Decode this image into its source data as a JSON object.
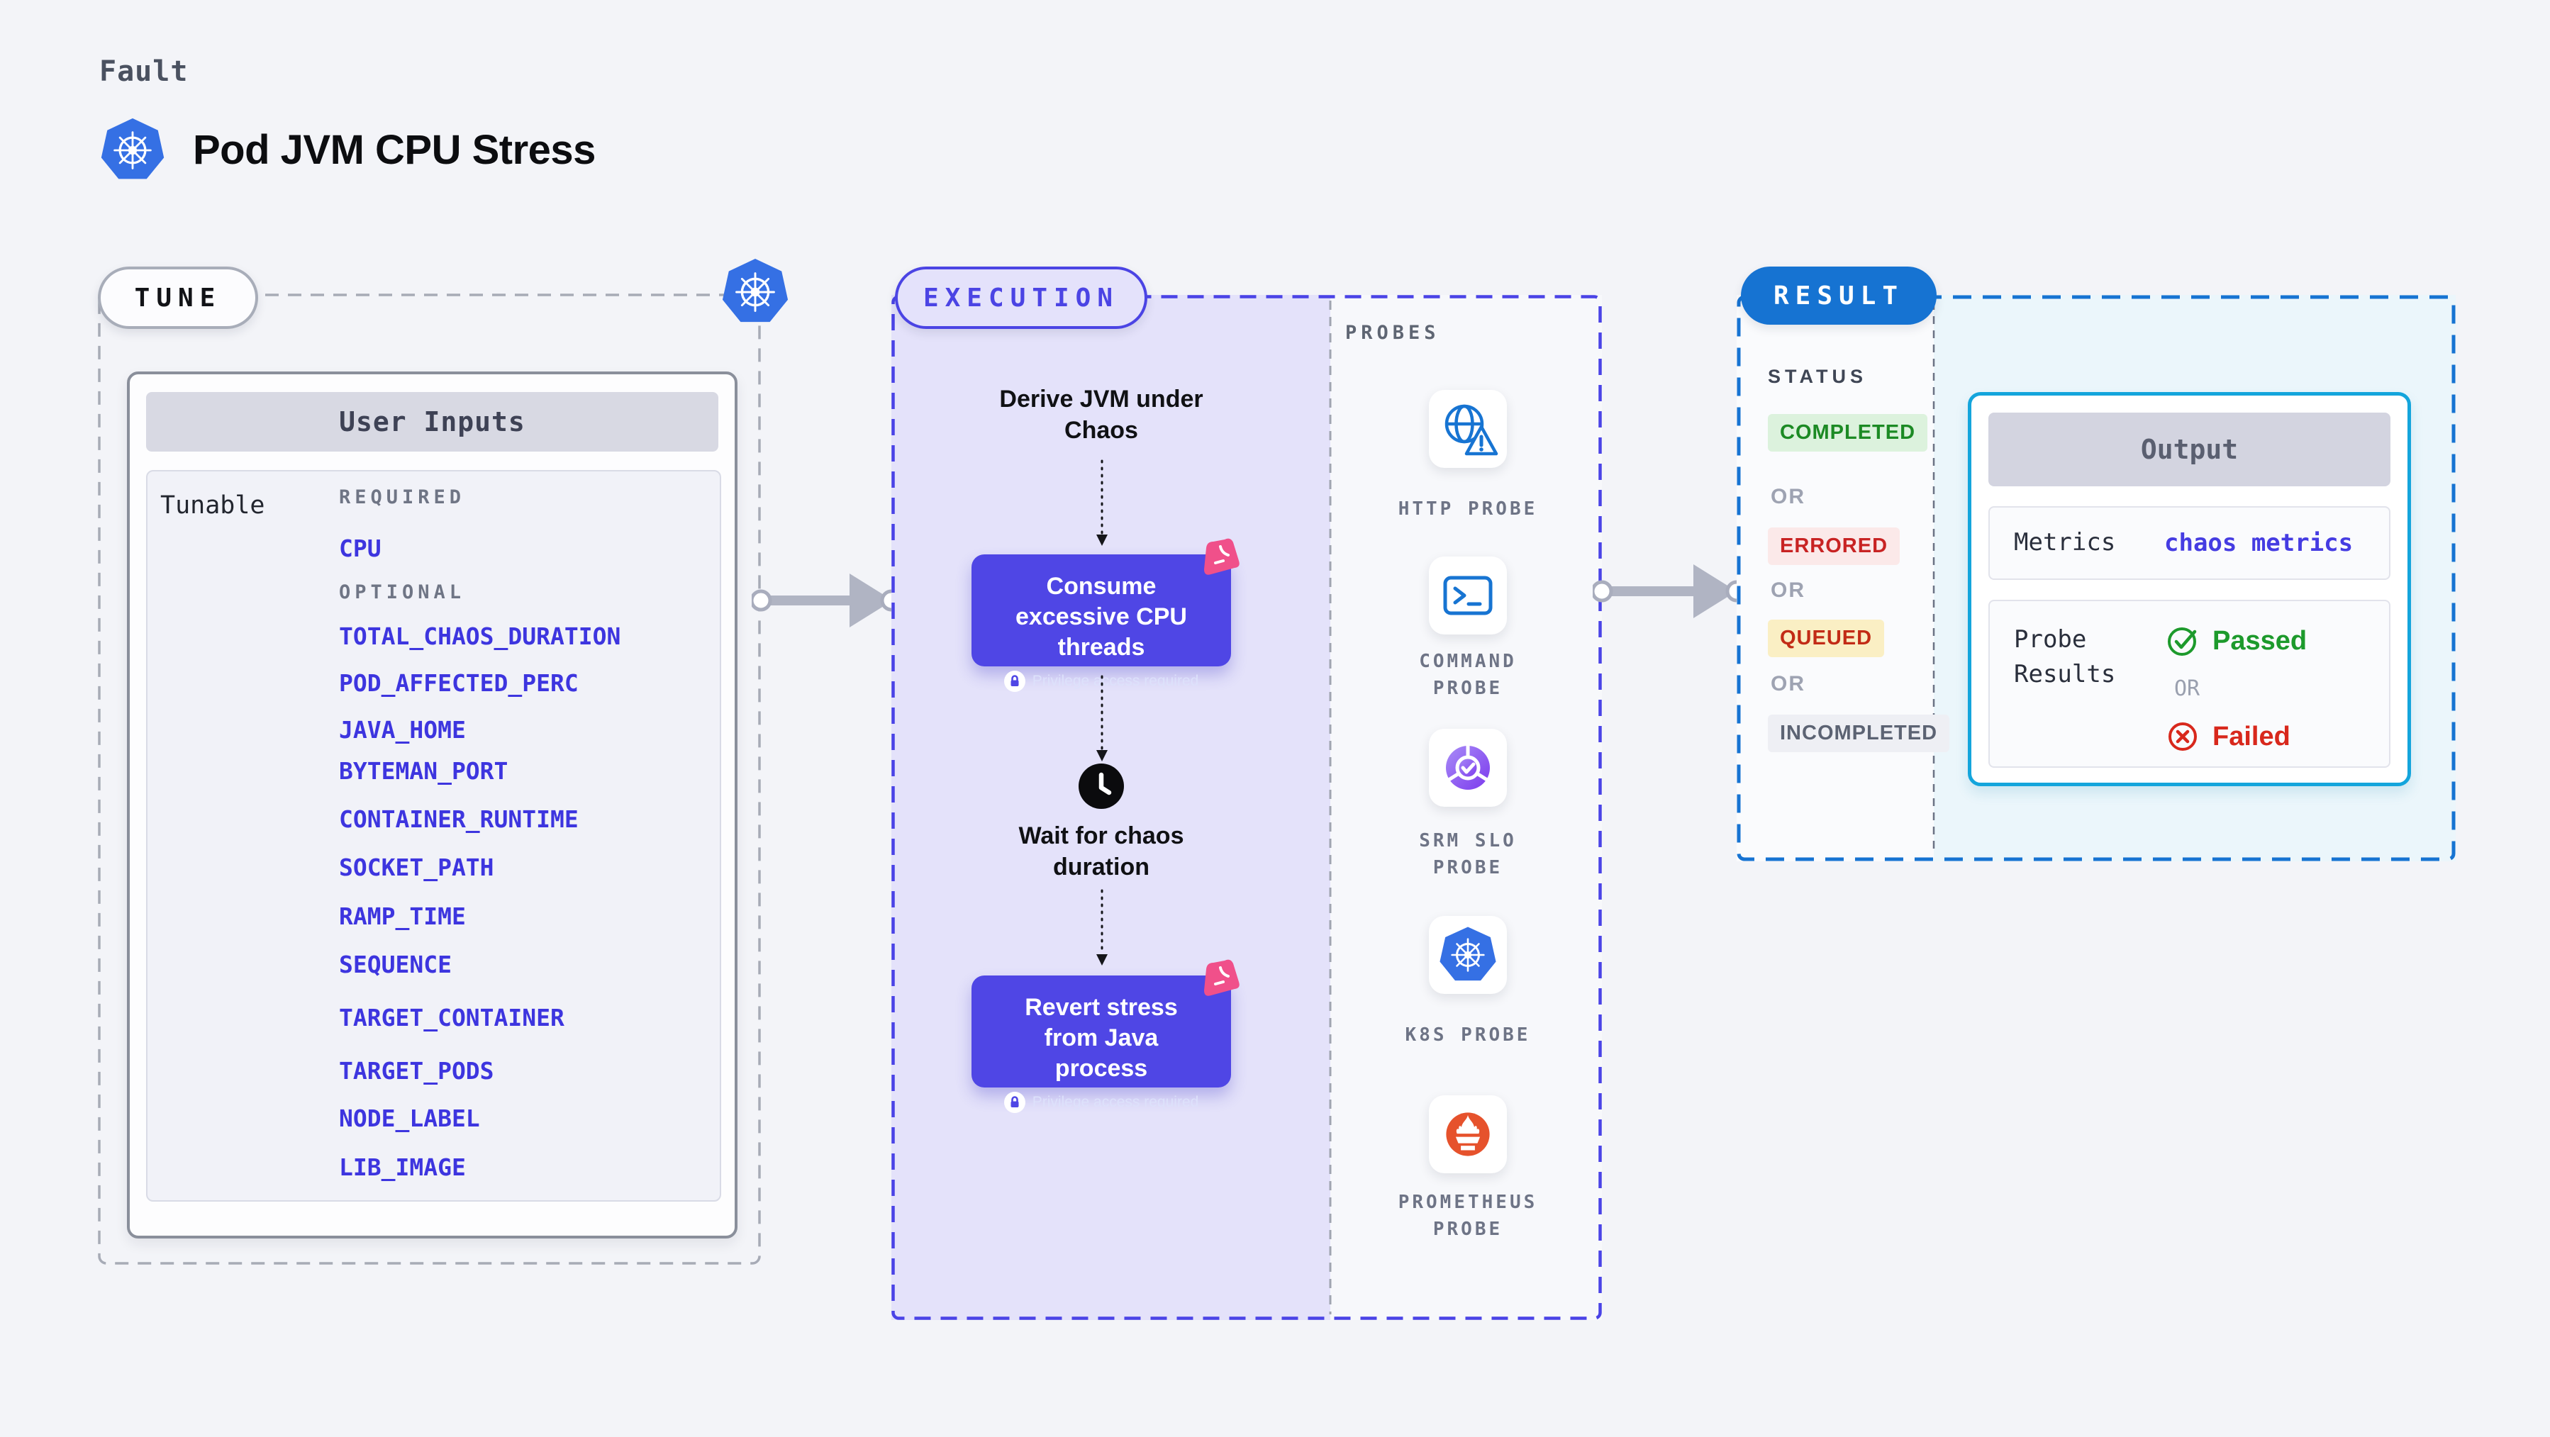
{
  "header": {
    "kicker": "Fault",
    "title": "Pod JVM CPU Stress",
    "icon": "kubernetes-icon"
  },
  "tune": {
    "badge": "TUNE",
    "corner_icon": "kubernetes-icon",
    "panel_title": "User Inputs",
    "row_label": "Tunable",
    "required_label": "REQUIRED",
    "optional_label": "OPTIONAL",
    "required_items": [
      "CPU"
    ],
    "optional_items": [
      "TOTAL_CHAOS_DURATION",
      "POD_AFFECTED_PERC",
      "JAVA_HOME",
      "BYTEMAN_PORT",
      "CONTAINER_RUNTIME",
      "SOCKET_PATH",
      "RAMP_TIME",
      "SEQUENCE",
      "TARGET_CONTAINER",
      "TARGET_PODS",
      "NODE_LABEL",
      "LIB_IMAGE"
    ]
  },
  "execution": {
    "badge": "EXECUTION",
    "step_derive": "Derive JVM under Chaos",
    "step_consume": "Consume excessive CPU threads",
    "step_wait": "Wait for chaos duration",
    "step_revert": "Revert stress from Java process",
    "privilege_note": "Privilege access required",
    "step_icons": [
      "clock-icon",
      "lock-icon",
      "litmus-chaos-icon"
    ]
  },
  "probes": {
    "label": "PROBES",
    "items": [
      {
        "name": "HTTP PROBE",
        "icon": "http-probe-icon"
      },
      {
        "name": "COMMAND PROBE",
        "icon": "command-probe-icon"
      },
      {
        "name": "SRM SLO PROBE",
        "icon": "srm-slo-probe-icon"
      },
      {
        "name": "K8S PROBE",
        "icon": "k8s-probe-icon"
      },
      {
        "name": "PROMETHEUS PROBE",
        "icon": "prometheus-probe-icon"
      }
    ]
  },
  "result": {
    "badge": "RESULT",
    "status_label": "STATUS",
    "or_label": "OR",
    "statuses": [
      {
        "label": "COMPLETED",
        "style": "color:#1C8A24;background:#DCF2DD"
      },
      {
        "label": "ERRORED",
        "style": "color:#C82323;background:#FBE9E9"
      },
      {
        "label": "QUEUED",
        "style": "color:#C22B16;background:#FAEFC4"
      },
      {
        "label": "INCOMPLETED",
        "style": "color:#5C6373;background:#EEEFF4"
      }
    ],
    "output": {
      "title": "Output",
      "metrics_label": "Metrics",
      "metrics_value": "chaos metrics",
      "probe_results_label": "Probe Results",
      "passed": "Passed",
      "or": "OR",
      "failed": "Failed",
      "passed_icon": "check-circle-icon",
      "failed_icon": "x-circle-icon"
    }
  },
  "colors": {
    "accent_indigo": "#4F46E5",
    "accent_blue": "#1673D2",
    "accent_cyan": "#14A5DC",
    "param_blue": "#3D35DF",
    "litmus_pink": "#F0508A",
    "passed_green": "#1D9A2C",
    "failed_red": "#D8281C",
    "arrow_gray": "#B0B4C3",
    "kubernetes_blue": "#3570E4",
    "prometheus_orange": "#E6522C"
  }
}
